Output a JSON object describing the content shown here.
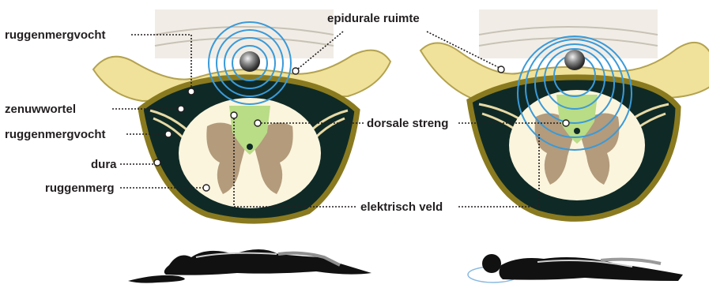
{
  "labels": {
    "csf_top": "ruggenmergvocht",
    "nerve_root": "zenuwwortel",
    "csf_mid": "ruggenmergvocht",
    "dura": "dura",
    "spinal_cord": "ruggenmerg",
    "epidural_space": "epidurale ruimte",
    "dorsal_column": "dorsale streng",
    "electric_field": "elektrisch veld"
  },
  "colors": {
    "bone": "#f0e29a",
    "bone_stroke": "#b3a24f",
    "dura": "#8a7a1f",
    "csf": "#0f2a26",
    "cord": "#fbf5dd",
    "grey_matter": "#b39b7c",
    "dorsal_column": "#b9dc86",
    "skin": "#f1ede6",
    "field": "#3a9ad9",
    "electrode": "#4b4b4b",
    "silhouette": "#111111"
  },
  "icons": {
    "electrode": "electrode-icon",
    "body_supine": "person-lying-supine-icon",
    "body_prone": "person-lying-prone-icon"
  }
}
